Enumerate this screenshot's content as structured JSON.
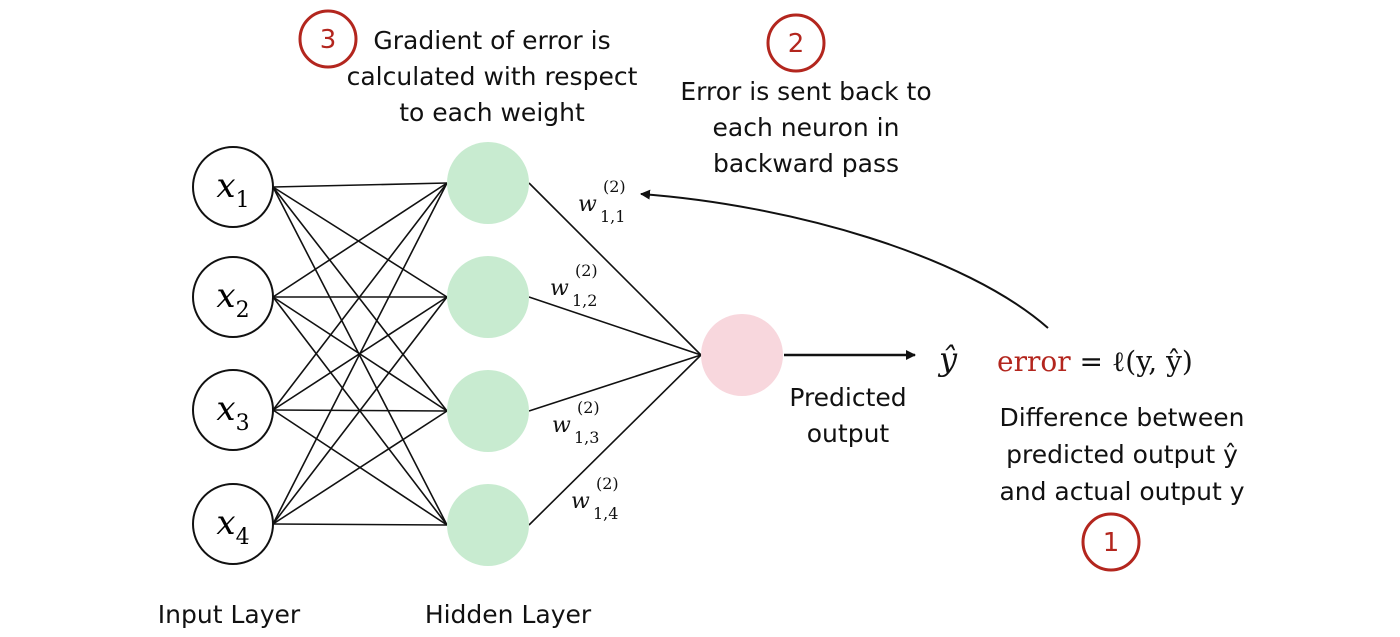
{
  "diagram": {
    "colors": {
      "hidden_fill": "#c8ebd0",
      "output_fill": "#f8d7dd",
      "badge_red": "#b3261e",
      "line": "#111111"
    },
    "inputs": [
      {
        "main": "x",
        "sub": "1"
      },
      {
        "main": "x",
        "sub": "2"
      },
      {
        "main": "x",
        "sub": "3"
      },
      {
        "main": "x",
        "sub": "4"
      }
    ],
    "weights": [
      {
        "main": "w",
        "sub": "1,1",
        "sup": "(2)"
      },
      {
        "main": "w",
        "sub": "1,2",
        "sup": "(2)"
      },
      {
        "main": "w",
        "sub": "1,3",
        "sup": "(2)"
      },
      {
        "main": "w",
        "sub": "1,4",
        "sup": "(2)"
      }
    ],
    "layer_labels": {
      "input": "Input Layer",
      "hidden": "Hidden Layer"
    },
    "output": {
      "predicted_line1": "Predicted",
      "predicted_line2": "output",
      "yhat": "ŷ"
    },
    "error_formula": {
      "word": "error",
      "rest": " = ℓ(y, ŷ)"
    },
    "annotations": [
      {
        "number": "1",
        "lines": [
          "Difference between",
          "predicted output ŷ",
          "and actual output y"
        ]
      },
      {
        "number": "2",
        "lines": [
          "Error is sent back to",
          "each neuron in",
          "backward pass"
        ]
      },
      {
        "number": "3",
        "lines": [
          "Gradient of error is",
          "calculated with respect",
          "to each weight"
        ]
      }
    ]
  }
}
